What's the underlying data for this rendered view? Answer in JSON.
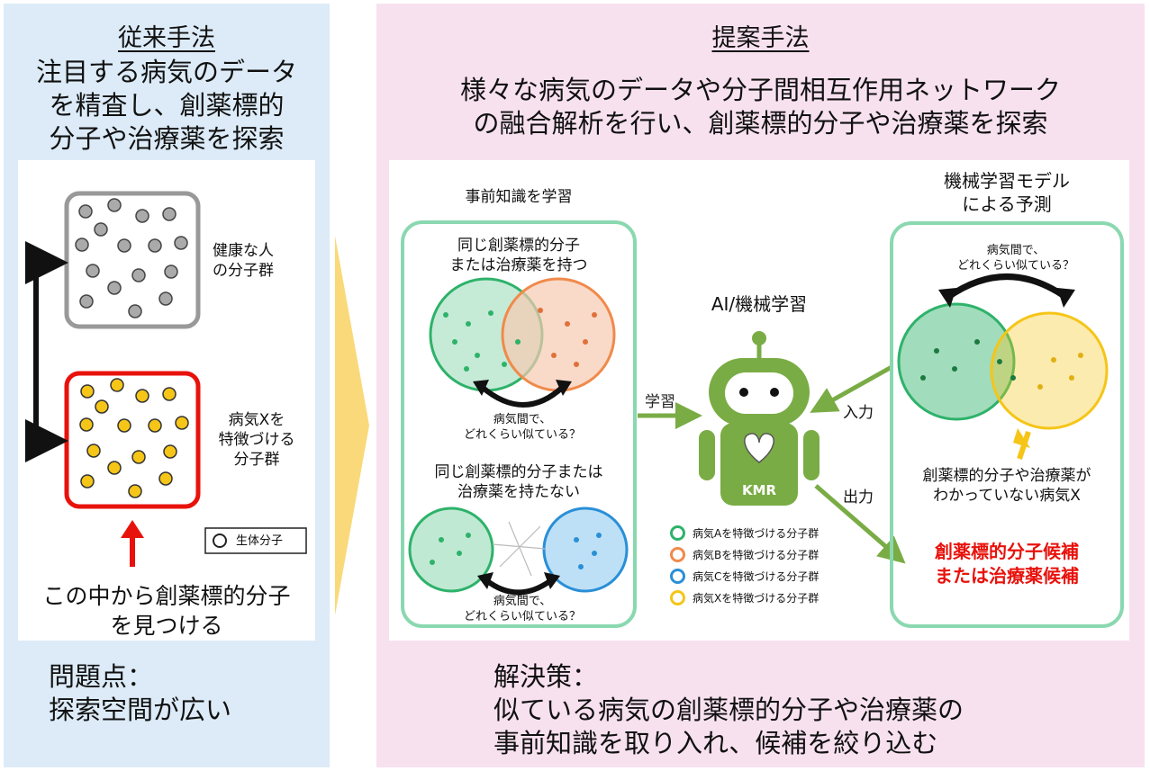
{
  "left": {
    "title": "従来手法",
    "desc_line1": "注目する病気のデータ",
    "desc_line2": "を精査し、創薬標的",
    "desc_line3": "分子や治療薬を探索",
    "healthy_line1": "健康な人",
    "healthy_line2": "の分子群",
    "diseaseX_line1": "病気Xを",
    "diseaseX_line2": "特徴づける",
    "diseaseX_line3": "分子群",
    "legend": "生体分子",
    "find_line1": "この中から創薬標的分子",
    "find_line2": "を見つける",
    "problem_line1": "問題点：",
    "problem_line2": "探索空間が広い"
  },
  "right": {
    "title": "提案手法",
    "desc_line1": "様々な病気のデータや分子間相互作用ネットワーク",
    "desc_line2": "の融合解析を行い、創薬標的分子や治療薬を探索",
    "prior_title": "事前知識を学習",
    "same_line1": "同じ創薬標的分子",
    "same_line2": "または治療薬を持つ",
    "diff_line1": "同じ創薬標的分子または",
    "diff_line2": "治療薬を持たない",
    "similar_line1": "病気間で、",
    "similar_line2": "どれくらい似ている？",
    "ai_label": "AI/機械学習",
    "robot_badge": "KMR",
    "learn_label": "学習",
    "input_label": "入力",
    "output_label": "出力",
    "ml_line1": "機械学習モデル",
    "ml_line2": "による予測",
    "unknown_line1": "創薬標的分子や治療薬が",
    "unknown_line2": "わかっていない病気X",
    "result_line1": "創薬標的分子候補",
    "result_line2": "または治療薬候補",
    "legend": [
      {
        "label": "病気Aを特徴づける分子群",
        "color": "#2eb26a"
      },
      {
        "label": "病気Bを特徴づける分子群",
        "color": "#f08a4b"
      },
      {
        "label": "病気Cを特徴づける分子群",
        "color": "#2a8fd6"
      },
      {
        "label": "病気Xを特徴づける分子群",
        "color": "#f5c518"
      }
    ],
    "solution_line1": "解決策：",
    "solution_line2": "似ている病気の創薬標的分子や治療薬の",
    "solution_line3": "事前知識を取り入れ、候補を絞り込む"
  },
  "colors": {
    "left_bg": "#dcebf7",
    "right_bg": "#f7e1ef",
    "green_frame": "#8ad8b0",
    "robot": "#7aac45",
    "arrow_orange": "#f9d97a",
    "red": "#e8120c"
  }
}
